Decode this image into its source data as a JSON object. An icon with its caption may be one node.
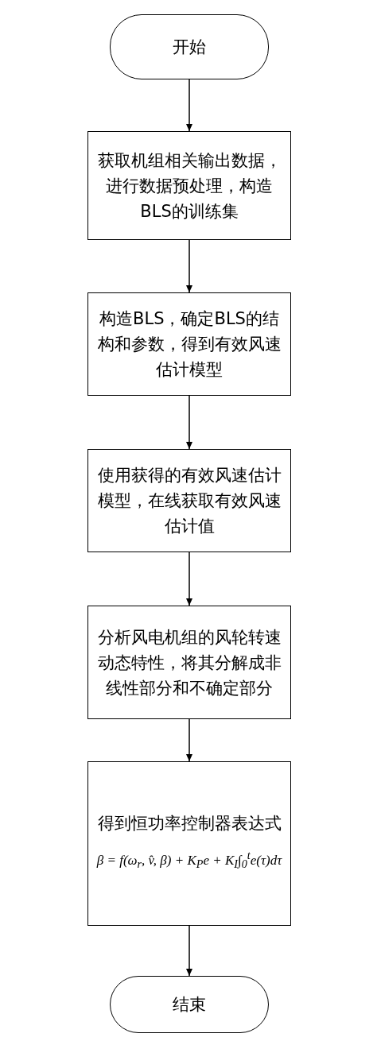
{
  "diagram": {
    "nodes": [
      {
        "text": [
          "开始"
        ]
      },
      {
        "text": [
          "获取机组相关输出数据，进行数据预处理，构造BLS的训练集"
        ]
      },
      {
        "text": [
          "构造BLS，确定BLS的结构和参数，得到有效风速估计模型"
        ]
      },
      {
        "text": [
          "使用获得的有效风速估计模型，在线获取有效风速估计值"
        ]
      },
      {
        "text": [
          "分析风电机组的风轮转速动态特性，将其分解成非线性部分和不确定部分"
        ]
      },
      {
        "text": [
          "得到恒功率控制器表达式",
          "β = f(ω$_{r}$, v̂, β) + K$_{P}$e + K$_{I}$∫$_{0}$$^{t}$e(τ)dτ"
        ]
      },
      {
        "text": [
          "结束"
        ]
      }
    ],
    "edges": [
      {
        "from": 0,
        "to": 1,
        "arrow": "to"
      },
      {
        "from": 1,
        "to": 2,
        "arrow": "to"
      },
      {
        "from": 2,
        "to": 3,
        "arrow": "to"
      },
      {
        "from": 3,
        "to": 4,
        "arrow": "to"
      },
      {
        "from": 4,
        "to": 5,
        "arrow": "to"
      },
      {
        "from": 5,
        "to": 6,
        "arrow": "to"
      }
    ]
  }
}
